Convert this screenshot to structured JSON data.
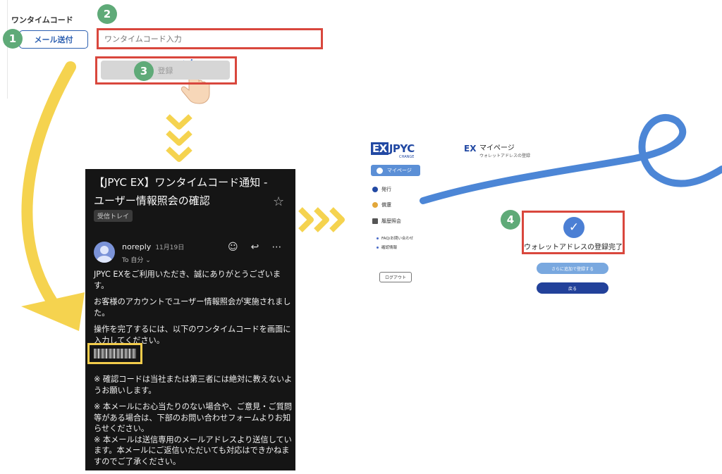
{
  "form": {
    "label": "ワンタイムコード",
    "send_button": "メール送付",
    "input_placeholder": "ワンタイムコード入力",
    "register_button": "登録"
  },
  "steps": [
    "1",
    "2",
    "3",
    "4"
  ],
  "email": {
    "subject": "【JPYC EX】ワンタイムコード通知 - ユーザー情報照会の確認",
    "tag": "受信トレイ",
    "sender": "noreply",
    "date": "11月19日",
    "to": "To 自分 ⌄",
    "paragraphs": [
      "JPYC EXをご利用いただき、誠にありがとうございます。",
      "お客様のアカウントでユーザー情報照会が実施されました。",
      "操作を完了するには、以下のワンタイムコードを画面に入力してください。",
      "※ 確認コードは当社または第三者には絶対に教えないようお願いします。",
      "※ 本メールにお心当たりのない場合や、ご意見・ご質問等がある場合は、下部のお問い合わせフォームよりお知らせください。",
      "※ 本メールは送信専用のメールアドレスより送信しています。本メールにご返信いただいても対応はできかねますのでご了承ください。"
    ]
  },
  "site": {
    "logo_ex": "EX",
    "logo_text": "JPYC",
    "logo_sub": "CHANGE",
    "mypage_button": "マイページ",
    "nav": [
      "発行",
      "償還",
      "履歴照会"
    ],
    "sub_nav": [
      "FAQ/お問い合わせ",
      "確認情報"
    ],
    "logout_button": "ログアウト",
    "page_logo": "EX",
    "page_title": "マイページ",
    "page_subtitle": "ウォレットアドレスの登録",
    "done_text": "ウォレットアドレスの登録完了",
    "notify_button": "さらに追加で登録する",
    "back_button": "戻る"
  },
  "colors": {
    "highlight_red": "#d9473d",
    "badge_green": "#5faa78",
    "arrow_yellow": "#f5d34f",
    "brand_blue": "#2249a3"
  }
}
